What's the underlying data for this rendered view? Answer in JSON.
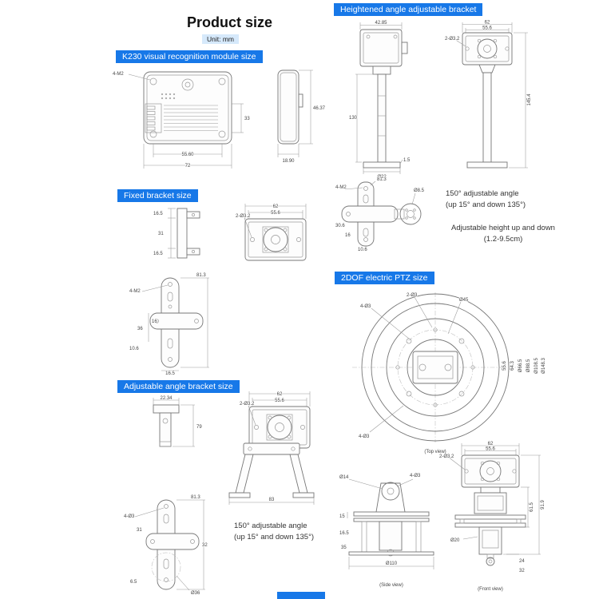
{
  "colors": {
    "accent": "#1778e8",
    "unit_badge_bg": "#d6e9fb"
  },
  "header": {
    "title": "Product size",
    "unit": "Unit:  mm"
  },
  "banners": {
    "heightened": "Heightened angle adjustable bracket",
    "k230": "K230 visual recognition module size",
    "fixed": "Fixed bracket size",
    "adjustable": "Adjustable angle bracket size",
    "ptz": "2DOF electric PTZ size"
  },
  "k230": {
    "screws": "4-M2",
    "h": "33",
    "iw": "55.60",
    "ow": "72",
    "side_h": "46.37",
    "side_w": "18.90"
  },
  "fixed": {
    "s1": "16.5",
    "s2": "31",
    "s3": "16.5",
    "w": "62",
    "iw": "55.6",
    "holes": "2-Ø3.2",
    "ph": "81.3",
    "pscrews": "4-M2",
    "p1": "36",
    "p2": "16",
    "p3": "10.6",
    "p4": "16.5"
  },
  "heightened": {
    "lw": "42.85",
    "pole": "130",
    "thk": "1.5",
    "base": "Ø22",
    "w": "62",
    "iw": "55.6",
    "holes": "2-Ø3.2",
    "h": "145.4",
    "ph": "81.3",
    "pscrews": "4-M2",
    "p1": "30.6",
    "p2": "16",
    "p3": "10.6",
    "p4": "Ø8.5",
    "note1": "150° adjustable angle",
    "note2": "(up 15° and down 135°)",
    "note3": "Adjustable height up and down",
    "note4": "(1.2-9.5cm)"
  },
  "adjustable": {
    "aw": "22.34",
    "ah": "79",
    "w": "62",
    "iw": "55.6",
    "holes": "2-Ø3.2",
    "uw": "83",
    "ph": "81.3",
    "pscrews": "4-Ø3",
    "p1": "31",
    "p2": "32",
    "p3": "6.5",
    "p4": "Ø36",
    "note1": "150° adjustable angle",
    "note2": "(up 15° and down 135°)"
  },
  "ptz": {
    "top": {
      "a1": "4-Ø3",
      "a2": "2-Ø3",
      "a3": "Ø45",
      "a4": "55.6",
      "a5": "64.3",
      "a6": "Ø66.5",
      "a7": "Ø88.5",
      "a8": "Ø108.5",
      "a9": "Ø148.3",
      "a10": "4-Ø3",
      "label": "(Top view)"
    },
    "side": {
      "a1": "Ø14",
      "a2": "4-Ø3",
      "a3": "15",
      "a4": "16.5",
      "a5": "35",
      "a6": "Ø110",
      "label": "(Side view)"
    },
    "front": {
      "w": "62",
      "iw": "55.6",
      "holes": "2-Ø3.2",
      "a1": "61.5",
      "a2": "91.9",
      "a3": "Ø20",
      "a4": "24",
      "a5": "32",
      "label": "(Front view)"
    }
  }
}
